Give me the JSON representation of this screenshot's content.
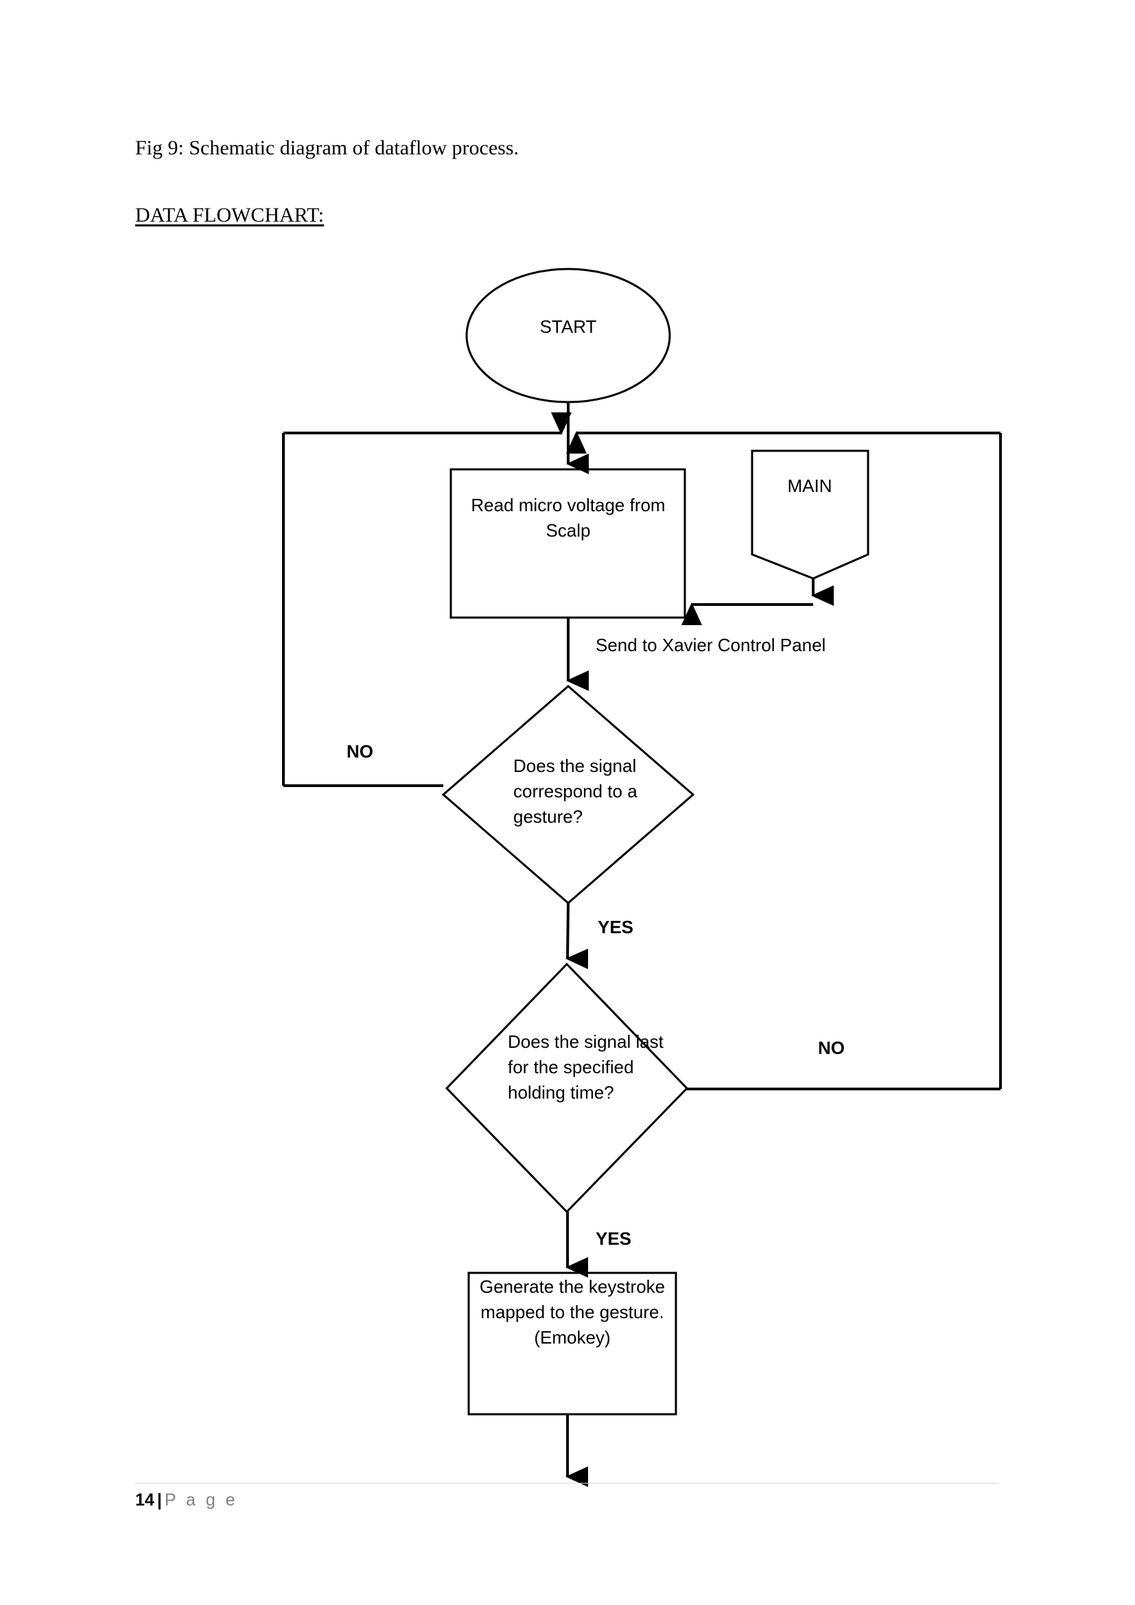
{
  "document": {
    "figure_caption": "Fig 9: Schematic diagram of dataflow process.",
    "section_heading": "DATA FLOWCHART:"
  },
  "footer": {
    "page_number": "14",
    "separator": "|",
    "page_word": "P a g e"
  },
  "flowchart": {
    "nodes": {
      "start": {
        "label": "START",
        "shape": "ellipse"
      },
      "read_scalp": {
        "label": "Read micro voltage from Scalp",
        "shape": "rectangle"
      },
      "main": {
        "label": "MAIN",
        "shape": "pentagon-down"
      },
      "decision_gesture": {
        "label": "Does the signal correspond to a gesture?",
        "shape": "diamond"
      },
      "decision_holding": {
        "label": "Does the signal last for the specified holding time?",
        "shape": "diamond"
      },
      "generate_keystroke": {
        "label": "Generate the keystroke mapped to the gesture. (Emokey)",
        "shape": "rectangle"
      }
    },
    "edge_labels": {
      "send_panel": "Send to Xavier Control Panel",
      "gesture_no": "NO",
      "gesture_yes": "YES",
      "holding_no": "NO",
      "holding_yes": "YES"
    },
    "colors": {
      "stroke": "#000000",
      "fill": "#ffffff",
      "text": "#000000"
    }
  }
}
